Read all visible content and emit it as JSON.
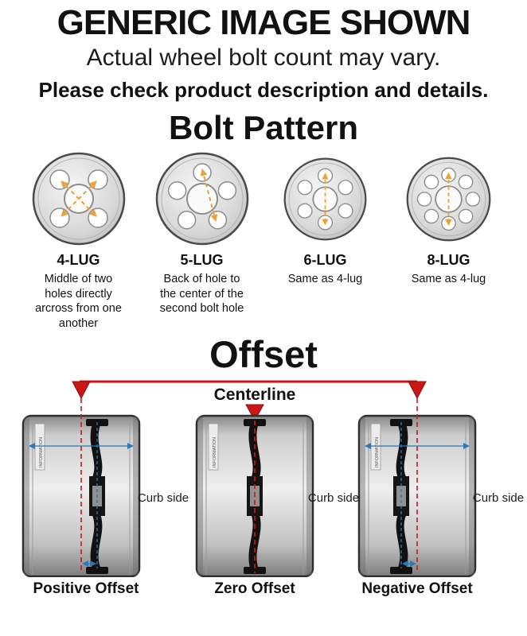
{
  "header": {
    "title": "GENERIC IMAGE SHOWN",
    "subtitle": "Actual wheel bolt count may vary.",
    "note": "Please check product description and details."
  },
  "bolt_pattern": {
    "title": "Bolt Pattern",
    "lugs": [
      {
        "label": "4-LUG",
        "description": "Middle of two holes directly arcross from one another"
      },
      {
        "label": "5-LUG",
        "description": "Back of hole to the center of the second bolt hole"
      },
      {
        "label": "6-LUG",
        "description": "Same as 4-lug"
      },
      {
        "label": "8-LUG",
        "description": "Same as 4-lug"
      }
    ]
  },
  "offset": {
    "title": "Offset",
    "centerline_label": "Centerline",
    "curb_side_label": "Curb side",
    "rim_sticker_label": "INFORMATION",
    "types": [
      {
        "label": "Positive Offset"
      },
      {
        "label": "Zero Offset"
      },
      {
        "label": "Negative Offset"
      }
    ]
  },
  "colors": {
    "accent_red": "#cc1616",
    "measure_orange": "#f0a032",
    "measure_blue": "#2a7ab5"
  }
}
